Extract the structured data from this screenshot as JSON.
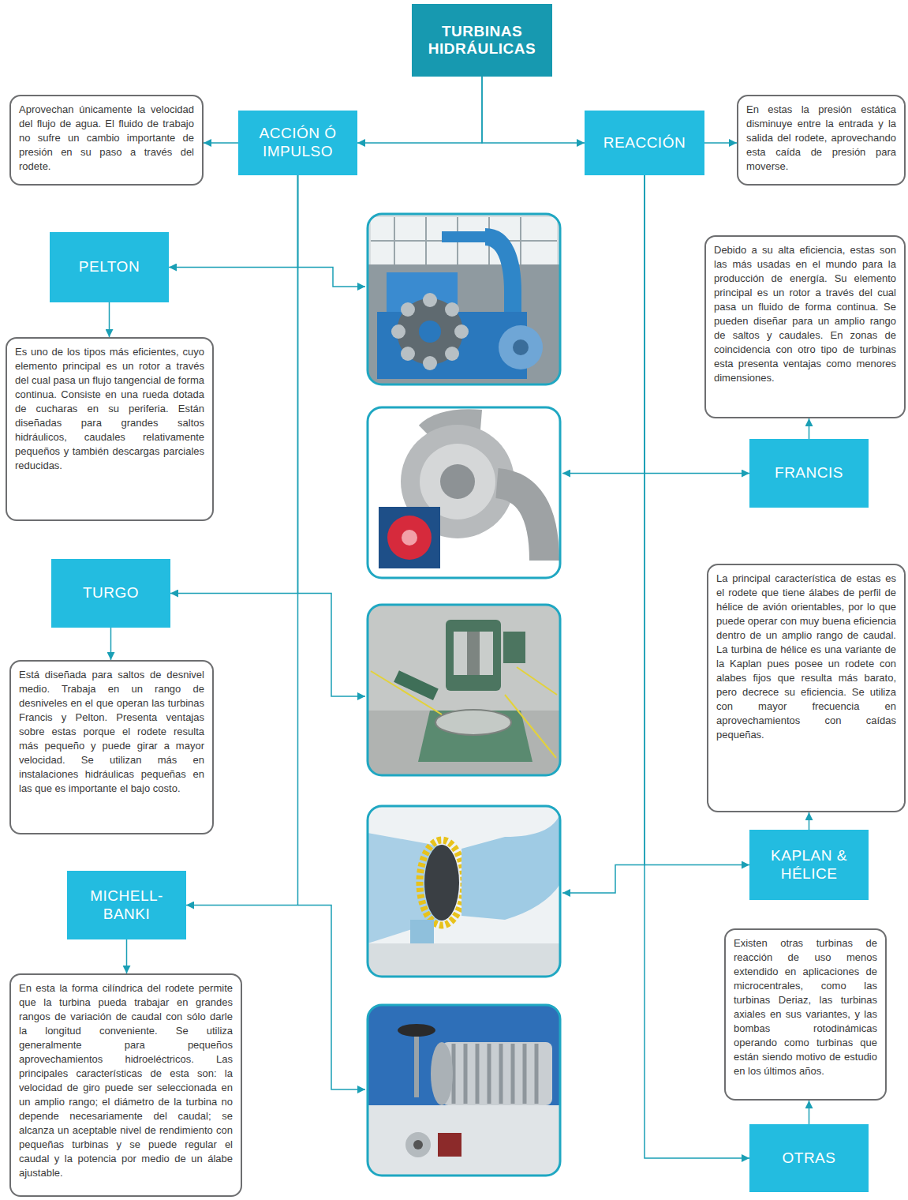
{
  "diagram": {
    "nodes": [
      {
        "text": [
          "TURBINAS HIDRÁULICAS"
        ]
      },
      {
        "text": [
          "ACCIÓN Ó IMPULSO"
        ]
      },
      {
        "text": [
          "REACCIÓN"
        ]
      },
      {
        "text": [
          "Aprovechan únicamente la velocidad del flujo de agua. El fluido de trabajo no sufre un cambio importante de presión en su paso a través del rodete."
        ]
      },
      {
        "text": [
          "En estas la presión estática disminuye entre la entrada y la salida del rodete, aprovechando esta caída de presión para moverse."
        ]
      },
      {
        "text": [
          "PELTON"
        ]
      },
      {
        "text": [
          "Debido a su alta eficiencia, estas son las más usadas en el mundo para la producción de energía. Su elemento principal es un rotor a través del cual pasa un fluido de forma continua. Se pueden diseñar para un amplio rango de saltos y caudales. En zonas de coincidencia con otro tipo de turbinas esta presenta ventajas como menores dimensiones."
        ]
      },
      {
        "text": [
          "Es uno de los tipos más eficientes, cuyo elemento principal es un rotor a través del cual pasa un flujo tangencial de forma continua. Consiste en una rueda dotada de cucharas en su periferia. Están diseñadas para grandes saltos hidráulicos, caudales relativamente pequeños y también descargas parciales reducidas."
        ]
      },
      {
        "text": [
          "FRANCIS"
        ]
      },
      {
        "text": [
          "TURGO"
        ]
      },
      {
        "text": [
          "La principal característica de estas es el rodete que tiene álabes de perfil de hélice de avión orientables, por lo que puede operar con muy buena eficiencia dentro de un amplio rango de caudal. La turbina de hélice es una variante de la Kaplan pues posee un rodete con alabes fijos que resulta más barato, pero decrece su eficiencia. Se utiliza con mayor frecuencia en aprovechamientos con caídas pequeñas."
        ]
      },
      {
        "text": [
          "Está diseñada para saltos de desnivel medio. Trabaja en un rango de desniveles en el que operan las turbinas Francis y Pelton. Presenta ventajas sobre estas porque el rodete resulta más pequeño y puede girar a mayor velocidad. Se utilizan más en instalaciones hidráulicas pequeñas en las que es importante el bajo costo."
        ]
      },
      {
        "text": [
          "KAPLAN & HÉLICE"
        ]
      },
      {
        "text": [
          "MICHELL-BANKI"
        ]
      },
      {
        "text": [
          "Existen otras turbinas de reacción de uso menos extendido en aplicaciones de microcentrales, como las turbinas Deriaz, las turbinas axiales en sus variantes, y las bombas rotodinámicas operando como turbinas que están siendo motivo de estudio en los últimos años."
        ]
      },
      {
        "text": [
          "En esta la forma cilíndrica del rodete permite que la turbina pueda trabajar en grandes rangos de variación de caudal con sólo darle la longitud conveniente. Se utiliza generalmente para pequeños aprovechamientos hidroeléctricos. Las principales características de esta son: la velocidad de giro puede ser seleccionada en un amplio rango; el diámetro de la turbina no depende necesariamente del caudal; se alcanza un aceptable nivel de rendimiento con pequeñas turbinas y se puede regular el caudal y la potencia por medio de un álabe ajustable."
        ]
      },
      {
        "text": [
          "OTRAS"
        ]
      }
    ],
    "edges": [
      {
        "from": 0,
        "to": 1,
        "arrow": "to"
      },
      {
        "from": 0,
        "to": 2,
        "arrow": "to"
      },
      {
        "from": 1,
        "to": 3,
        "arrow": "to"
      },
      {
        "from": 2,
        "to": 4,
        "arrow": "to"
      },
      {
        "from": 1,
        "to": 5,
        "arrow": "to"
      },
      {
        "from": 5,
        "to": 7,
        "arrow": "to"
      },
      {
        "from": 2,
        "to": 8,
        "arrow": "to"
      },
      {
        "from": 8,
        "to": 6,
        "arrow": "to"
      },
      {
        "from": 1,
        "to": 9,
        "arrow": "to"
      },
      {
        "from": 9,
        "to": 11,
        "arrow": "to"
      },
      {
        "from": 2,
        "to": 12,
        "arrow": "to"
      },
      {
        "from": 12,
        "to": 10,
        "arrow": "to"
      },
      {
        "from": 1,
        "to": 13,
        "arrow": "to"
      },
      {
        "from": 13,
        "to": 15,
        "arrow": "to"
      },
      {
        "from": 2,
        "to": 16,
        "arrow": "to"
      },
      {
        "from": 16,
        "to": 14,
        "arrow": "to"
      }
    ]
  }
}
